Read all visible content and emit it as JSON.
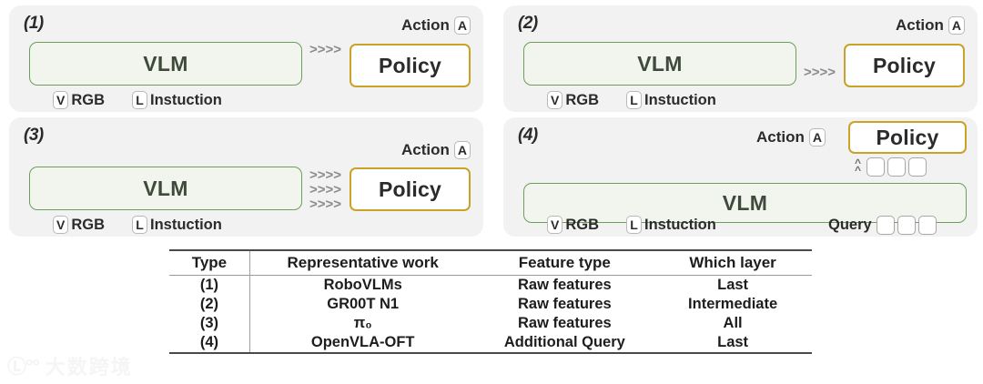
{
  "panels": [
    {
      "index": "(1)",
      "vlm_label": "VLM",
      "policy_label": "Policy",
      "action_label": "Action",
      "action_token": "A",
      "arrow_glyph": ">>>>",
      "arrow_rows": 1,
      "arrow_position": "top",
      "inputs": [
        {
          "token": "V",
          "text": "RGB"
        },
        {
          "token": "L",
          "text": "Instuction"
        }
      ],
      "query_label": null,
      "query_boxes": 0
    },
    {
      "index": "(2)",
      "vlm_label": "VLM",
      "policy_label": "Policy",
      "action_label": "Action",
      "action_token": "A",
      "arrow_glyph": ">>>>",
      "arrow_rows": 1,
      "arrow_position": "middle",
      "inputs": [
        {
          "token": "V",
          "text": "RGB"
        },
        {
          "token": "L",
          "text": "Instuction"
        }
      ],
      "query_label": null,
      "query_boxes": 0
    },
    {
      "index": "(3)",
      "vlm_label": "VLM",
      "policy_label": "Policy",
      "action_label": "Action",
      "action_token": "A",
      "arrow_glyph": ">>>>",
      "arrow_rows": 3,
      "arrow_position": "all",
      "inputs": [
        {
          "token": "V",
          "text": "RGB"
        },
        {
          "token": "L",
          "text": "Instuction"
        }
      ],
      "query_label": null,
      "query_boxes": 0
    },
    {
      "index": "(4)",
      "vlm_label": "VLM",
      "policy_label": "Policy",
      "action_label": "Action",
      "action_token": "A",
      "arrow_glyph": "^",
      "arrow_rows": 2,
      "arrow_position": "up",
      "inputs": [
        {
          "token": "V",
          "text": "RGB"
        },
        {
          "token": "L",
          "text": "Instuction"
        }
      ],
      "query_label": "Query",
      "query_boxes": 3
    }
  ],
  "table": {
    "headers": [
      "Type",
      "Representative work",
      "Feature type",
      "Which layer"
    ],
    "rows": [
      [
        "(1)",
        "RoboVLMs",
        "Raw features",
        "Last"
      ],
      [
        "(2)",
        "GR00T N1",
        "Raw features",
        "Intermediate"
      ],
      [
        "(3)",
        "π₀",
        "Raw features",
        "All"
      ],
      [
        "(4)",
        "OpenVLA-OFT",
        "Additional Query",
        "Last"
      ]
    ]
  },
  "watermark": {
    "mark": "Ⓛ°°",
    "text": "大数跨境"
  },
  "colors": {
    "panel_bg": "#f2f2f2",
    "vlm_border": "#6d9e5b",
    "vlm_fill": "#f1f5ee",
    "policy_border": "#c9a227",
    "policy_fill": "#ffffff",
    "arrow": "#8a8a8a",
    "badge_border": "#b9b9b9",
    "text": "#2b2b2b"
  }
}
